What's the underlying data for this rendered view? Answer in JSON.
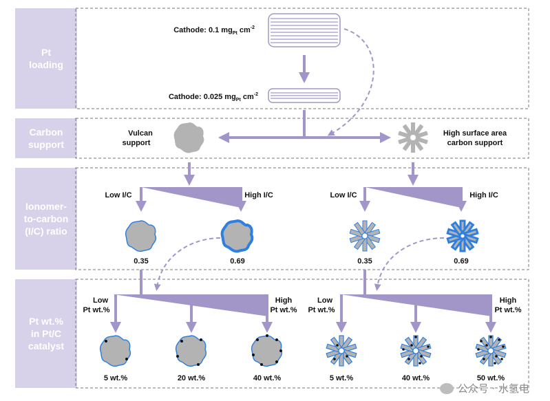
{
  "rows": [
    {
      "label": "Pt\nloading"
    },
    {
      "label": "Carbon\nsupport"
    },
    {
      "label": "Ionomer-\nto-carbon\n(I/C) ratio"
    },
    {
      "label": "Pt wt.%\nin Pt/C\ncatalyst"
    }
  ],
  "pt_loading": {
    "cathode_high": {
      "prefix": "Cathode: 0.1 mg",
      "sub": "Pt",
      "suffix": " cm",
      "sup": "-2"
    },
    "cathode_low": {
      "prefix": "Cathode: 0.025 mg",
      "sub": "Pt",
      "suffix": " cm",
      "sup": "-2"
    }
  },
  "carbon_support": {
    "vulcan_line1": "Vulcan",
    "vulcan_line2": "support",
    "hsa_line1": "High surface area",
    "hsa_line2": "carbon support"
  },
  "ic_ratio": {
    "low_label": "Low I/C",
    "high_label": "High I/C",
    "vulcan_low_value": "0.35",
    "vulcan_high_value": "0.69",
    "hsa_low_value": "0.35",
    "hsa_high_value": "0.69"
  },
  "pt_wt": {
    "low_line1": "Low",
    "low_line2": "Pt wt.%",
    "high_line1": "High",
    "high_line2": "Pt wt.%",
    "vulcan_values": [
      "5 wt.%",
      "20 wt.%",
      "40 wt.%"
    ],
    "hsa_values": [
      "5 wt.%",
      "40 wt.%",
      "50 wt.%"
    ]
  },
  "watermark": {
    "text": "公众号 · 水氢电"
  },
  "colors": {
    "accent": "#a296c9",
    "label_bg": "#d7d2ea",
    "carbon_gray": "#b3b3b3",
    "ionomer_blue": "#2f7fe0",
    "pt_black": "#111111",
    "dashed_border": "#777777"
  }
}
